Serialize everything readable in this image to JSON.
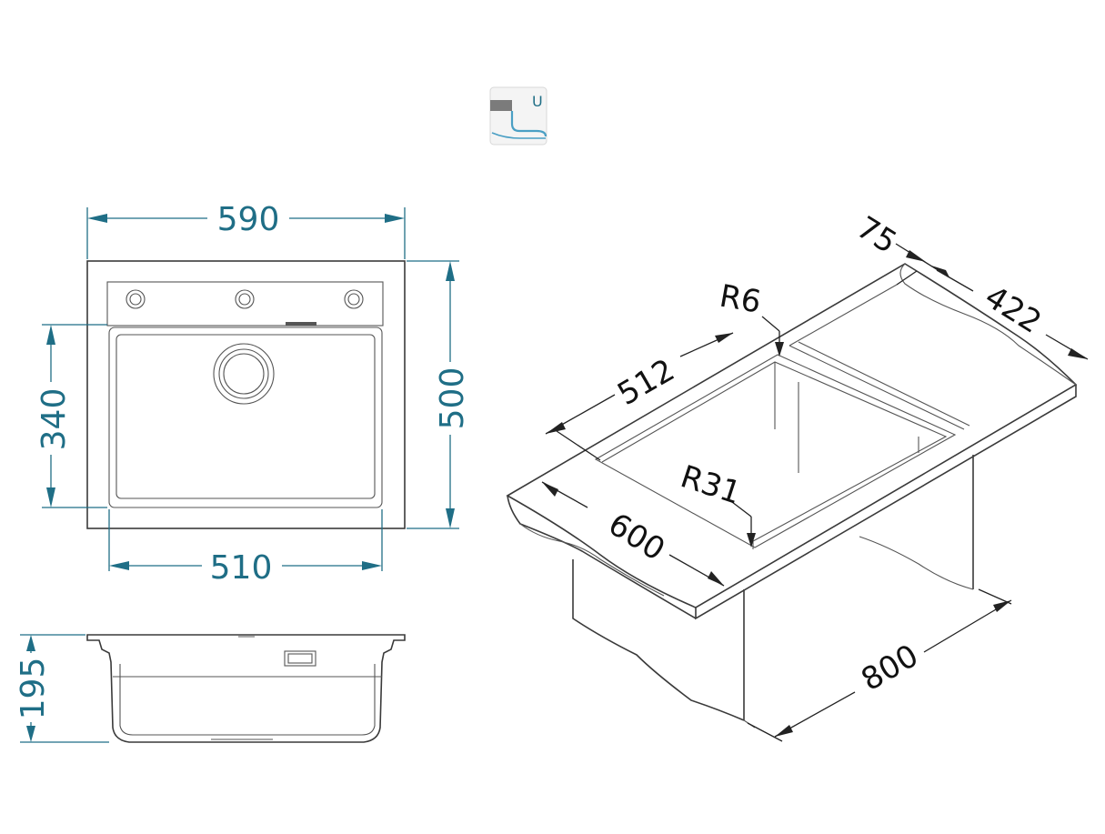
{
  "badge": {
    "letter": "U",
    "icon": "undermount-sink-icon"
  },
  "top_view": {
    "width_outer": "590",
    "height_outer": "500",
    "bowl_width": "510",
    "bowl_height": "340"
  },
  "side_view": {
    "depth": "195"
  },
  "iso_view": {
    "lip": "75",
    "drainer_length": "422",
    "radius_small": "R6",
    "bowl_length": "512",
    "radius_bowl": "R31",
    "width": "600",
    "cabinet": "800"
  },
  "colors": {
    "dimension": "#1f6e86",
    "outline": "#3a3a3a",
    "badge_water": "#4a9fc4"
  }
}
